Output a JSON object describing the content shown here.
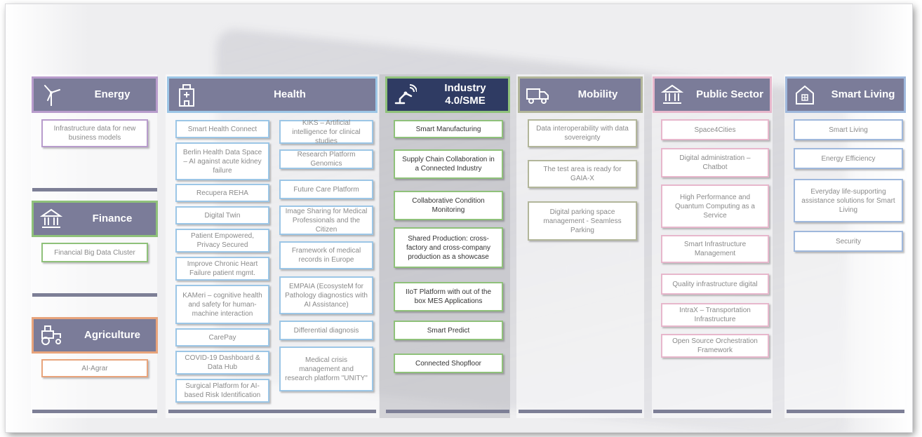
{
  "colors": {
    "energy": "#b89ccc",
    "finance": "#8fc17a",
    "agriculture": "#e8a47c",
    "health": "#9cc6e6",
    "industry": "#8fc17a",
    "mobility": "#b2b69a",
    "public_sector": "#e7b7cc",
    "smart_living": "#9fb8dc",
    "header_bg": "#7b7c99",
    "industry_header_bg": "#2f3b63"
  },
  "energy": {
    "title": "Energy",
    "icon": "wind-turbine-icon",
    "items": [
      "Infrastructure data for new business models"
    ]
  },
  "finance": {
    "title": "Finance",
    "icon": "bank-icon",
    "items": [
      "Financial Big Data Cluster"
    ]
  },
  "agriculture": {
    "title": "Agriculture",
    "icon": "tractor-icon",
    "items": [
      "AI-Agrar"
    ]
  },
  "health": {
    "title": "Health",
    "icon": "medical-building-icon",
    "items_left": [
      "Smart Health Connect",
      "Berlin Health Data Space – AI against acute kidney failure",
      "Recupera REHA",
      "Digital Twin",
      "Patient Empowered, Privacy Secured",
      "Improve Chronic Heart Failure patient mgmt.",
      "KAMeri – cognitive health and safety for human-machine interaction",
      "CarePay",
      "COVID-19 Dashboard & Data Hub",
      "Surgical Platform for AI-based Risk Identification"
    ],
    "items_right": [
      "KIKS – Artificial intelligence for clinical studies",
      "Research Platform Genomics",
      "Future Care Platform",
      "Image Sharing for Medical Professionals and the Citizen",
      "Framework of medical records in Europe",
      "EMPAIA (EcosysteM for Pathology diagnostics with AI Assistance)",
      "Differential diagnosis",
      "Medical crisis management and research platform \"UNITY\""
    ]
  },
  "industry": {
    "title": "Industry 4.0/SME",
    "icon": "industrial-robot-icon",
    "items": [
      "Smart Manufacturing",
      "Supply Chain Collaboration in a Connected Industry",
      "Collaborative Condition Monitoring",
      "Shared Production: cross-factory and cross-company production as a showcase",
      "IIoT Platform with out of the box MES Applications",
      "Smart Predict",
      "Connected Shopfloor"
    ]
  },
  "mobility": {
    "title": "Mobility",
    "icon": "truck-icon",
    "items": [
      "Data interoperability with data sovereignty",
      "The test area is ready for GAIA-X",
      "Digital parking space management - Seamless Parking"
    ]
  },
  "public_sector": {
    "title": "Public Sector",
    "icon": "government-building-icon",
    "items": [
      "Space4Cities",
      "Digital administration – Chatbot",
      "High Performance and Quantum Computing as a Service",
      "Smart Infrastructure Management",
      "Quality infrastructure digital",
      "IntraX – Transportation Infrastructure",
      "Open Source Orchestration Framework"
    ]
  },
  "smart_living": {
    "title": "Smart Living",
    "icon": "smart-home-icon",
    "items": [
      "Smart Living",
      "Energy Efficiency",
      "Everyday life-supporting assistance solutions for Smart Living",
      "Security"
    ]
  }
}
